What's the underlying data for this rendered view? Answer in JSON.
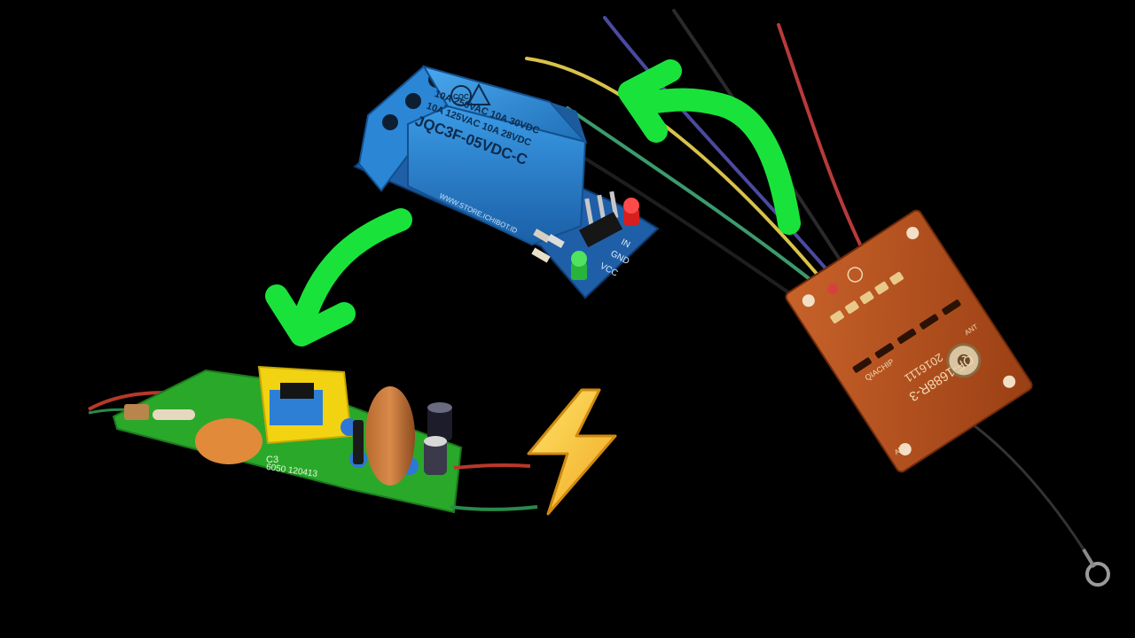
{
  "relay_module": {
    "relay_cert": "CQC",
    "relay_rating_1": "10A 250VAC 10A 30VDC",
    "relay_rating_2": "10A 125VAC 10A 28VDC",
    "relay_model": "JQC3F-05VDC-C",
    "store_text": "WWW.STORE.ICHIBOT.ID",
    "pin_in": "IN",
    "pin_gnd": "GND",
    "pin_vcc": "VCC"
  },
  "rf_receiver": {
    "brand": "QIACHIP",
    "model": "QF-1688R-3",
    "date": "2016111",
    "ant_left": "ANT",
    "ant_right": "ANT"
  },
  "power_board": {
    "label_c3": "C3",
    "code": "6050 120413"
  },
  "icons": {
    "lightning": "high-voltage-icon",
    "arrow_1": "curved-arrow-up-left-icon",
    "arrow_2": "curved-arrow-down-left-icon"
  },
  "colors": {
    "background": "#000000",
    "arrow": "#19e33a",
    "relay_blue": "#2f8fd8",
    "rf_board": "#b6521d",
    "power_pcb": "#2aa82a",
    "lightning": "#f7c62a"
  }
}
